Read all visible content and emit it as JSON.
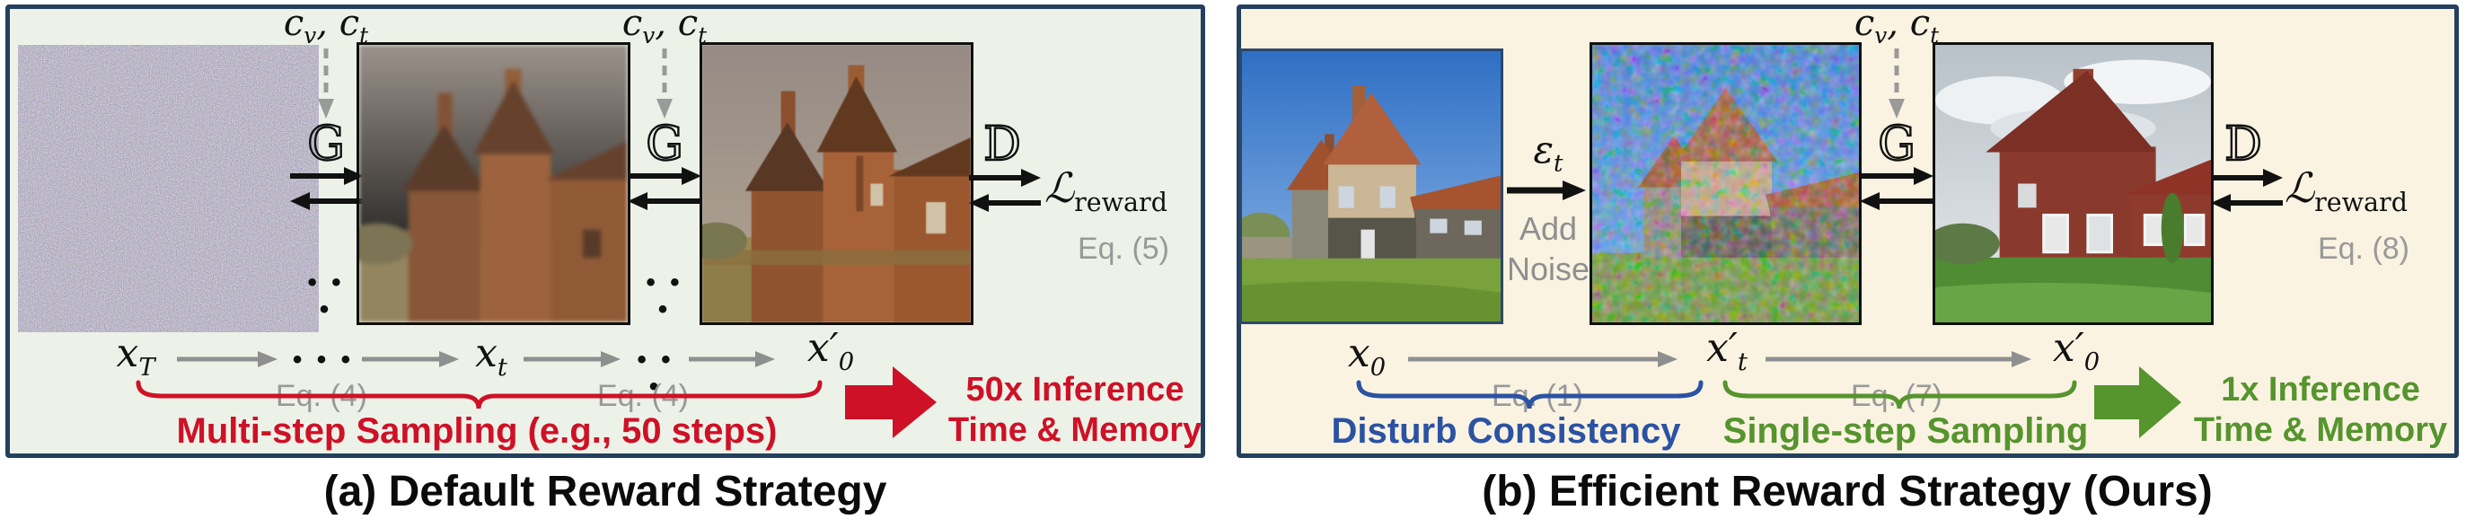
{
  "colors": {
    "panel_border": "#24405e",
    "panel_a_bg": "#edf2e9",
    "panel_b_bg": "#faf3e2",
    "red_accent": "#ce1126",
    "blue_accent": "#2b52a3",
    "green_accent": "#56942e",
    "gray_label": "#999999"
  },
  "panel_a": {
    "caption": "(a) Default Reward Strategy",
    "cond1": "c<sub>v</sub>, c<sub>t</sub>",
    "cond2": "c<sub>v</sub>, c<sub>t</sub>",
    "generator_symbol": "G",
    "decoder_symbol": "D",
    "dots_vert1": "• • •",
    "dots_vert2": "• • •",
    "loss": "ℒ<sub>reward</sub>",
    "loss_eq": "Eq. (5)",
    "images": {
      "noise_alt": "pure noise image",
      "xt_alt": "partially denoised house image",
      "x0_alt": "denoised generated house image"
    },
    "seq": {
      "x_T": "x<sub>T</sub>",
      "dots1": "• • •",
      "x_t": "x<sub>t</sub>",
      "dots2": "• • •",
      "x0_prime": "x′<sub>0</sub>",
      "eq4a": "Eq. (4)",
      "eq4b": "Eq. (4)"
    },
    "brace_label": "Multi-step Sampling (e.g., 50 steps)",
    "impact_line1": "50x Inference",
    "impact_line2": "Time & Memory"
  },
  "panel_b": {
    "caption": "(b) Efficient Reward Strategy (Ours)",
    "epsilon": "ε<sub>t</sub>",
    "add_noise_line1": "Add",
    "add_noise_line2": "Noise",
    "cond": "c<sub>v</sub>, c<sub>t</sub>",
    "generator_symbol": "G",
    "decoder_symbol": "D",
    "loss": "ℒ<sub>reward</sub>",
    "loss_eq": "Eq. (8)",
    "images": {
      "x0_alt": "real house photo",
      "noised_alt": "noised house image",
      "restored_alt": "single-step sampled house image"
    },
    "seq": {
      "x_0": "x<sub>0</sub>",
      "xt_prime": "x′<sub>t</sub>",
      "x0_prime": "x′<sub>0</sub>",
      "eq1": "Eq. (1)",
      "eq7": "Eq. (7)"
    },
    "blue_label": "Disturb Consistency",
    "green_label": "Single-step Sampling",
    "impact_line1": "1x Inference",
    "impact_line2": "Time & Memory"
  }
}
